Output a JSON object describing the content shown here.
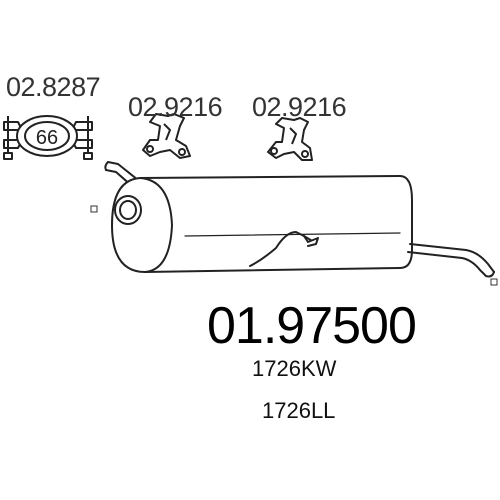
{
  "parts": {
    "clamp": {
      "number": "02.8287",
      "size_label": "66",
      "icon": "pipe-clamp-icon"
    },
    "hanger_1": {
      "number": "02.9216",
      "icon": "rubber-hanger-icon"
    },
    "hanger_2": {
      "number": "02.9216",
      "icon": "rubber-hanger-icon"
    }
  },
  "main_part": {
    "number": "01.97500",
    "icon": "rear-silencer-icon"
  },
  "references": [
    "1726KW",
    "1726LL"
  ]
}
